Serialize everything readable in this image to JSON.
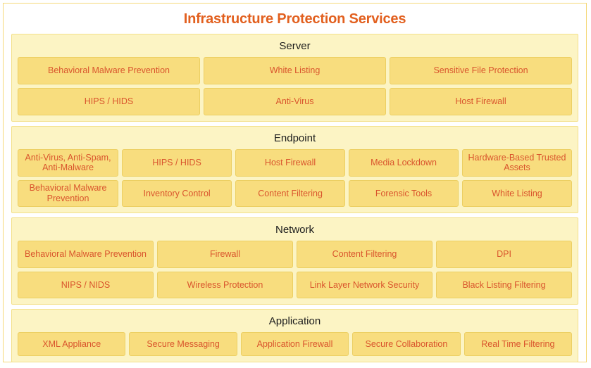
{
  "title": "Infrastructure Protection Services",
  "colors": {
    "title_text": "#e2601f",
    "section_title_text": "#1c1c1c",
    "box_text": "#d9552d",
    "box_fill": "#f8dd7e",
    "box_border": "#eccf62",
    "section_fill": "#fcf4c4",
    "section_border": "#f3e08a",
    "page_border": "#f5d97a",
    "page_background": "#ffffff"
  },
  "sections": [
    {
      "id": "server",
      "title": "Server",
      "rows": [
        {
          "boxes": [
            {
              "label": "Behavioral Malware Prevention",
              "flex": 1.0
            },
            {
              "label": "White Listing",
              "flex": 1.0
            },
            {
              "label": "Sensitive File Protection",
              "flex": 1.0
            }
          ]
        },
        {
          "boxes": [
            {
              "label": "HIPS / HIDS",
              "flex": 1.0
            },
            {
              "label": "Anti-Virus",
              "flex": 1.0
            },
            {
              "label": "Host Firewall",
              "flex": 1.0
            }
          ]
        }
      ]
    },
    {
      "id": "endpoint",
      "title": "Endpoint",
      "rows": [
        {
          "boxes": [
            {
              "label": "Anti-Virus, Anti-Spam, Anti-Malware",
              "flex": 0.93
            },
            {
              "label": "HIPS / HIDS",
              "flex": 1.02
            },
            {
              "label": "Host Firewall",
              "flex": 1.02
            },
            {
              "label": "Media Lockdown",
              "flex": 1.02
            },
            {
              "label": "Hardware-Based Trusted Assets",
              "flex": 1.02
            }
          ]
        },
        {
          "boxes": [
            {
              "label": "Behavioral Malware Prevention",
              "flex": 0.93
            },
            {
              "label": "Inventory Control",
              "flex": 1.02
            },
            {
              "label": "Content Filtering",
              "flex": 1.02
            },
            {
              "label": "Forensic Tools",
              "flex": 1.02
            },
            {
              "label": "White Listing",
              "flex": 1.02
            }
          ]
        }
      ]
    },
    {
      "id": "network",
      "title": "Network",
      "rows": [
        {
          "boxes": [
            {
              "label": "Behavioral Malware Prevention",
              "flex": 1.0
            },
            {
              "label": "Firewall",
              "flex": 1.0
            },
            {
              "label": "Content Filtering",
              "flex": 1.0
            },
            {
              "label": "DPI",
              "flex": 1.0
            }
          ]
        },
        {
          "boxes": [
            {
              "label": "NIPS / NIDS",
              "flex": 1.0
            },
            {
              "label": "Wireless Protection",
              "flex": 1.0
            },
            {
              "label": "Link Layer Network Security",
              "flex": 1.0
            },
            {
              "label": "Black Listing Filtering",
              "flex": 1.0
            }
          ]
        }
      ]
    },
    {
      "id": "application",
      "title": "Application",
      "rows": [
        {
          "boxes": [
            {
              "label": "XML Appliance",
              "flex": 1.0
            },
            {
              "label": "Secure Messaging",
              "flex": 1.0
            },
            {
              "label": "Application Firewall",
              "flex": 1.0
            },
            {
              "label": "Secure Collaboration",
              "flex": 1.0
            },
            {
              "label": "Real Time Filtering",
              "flex": 1.0
            }
          ]
        }
      ]
    }
  ]
}
